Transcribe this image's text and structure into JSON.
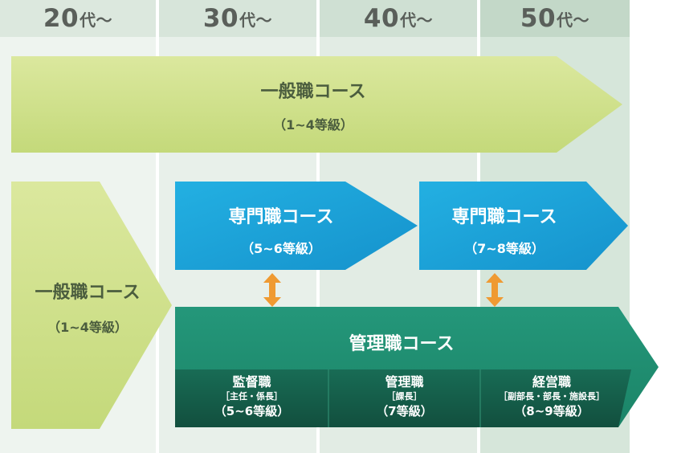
{
  "age_columns": [
    {
      "num": "20",
      "suffix": "代〜"
    },
    {
      "num": "30",
      "suffix": "代〜"
    },
    {
      "num": "40",
      "suffix": "代〜"
    },
    {
      "num": "50",
      "suffix": "代〜"
    }
  ],
  "general_course_top": {
    "title": "一般職コース",
    "grade": "（1~4等級）"
  },
  "general_course_left": {
    "title": "一般職コース",
    "grade": "（1~4等級）"
  },
  "specialist_course_1": {
    "title": "専門職コース",
    "grade": "（5~6等級）"
  },
  "specialist_course_2": {
    "title": "専門職コース",
    "grade": "（7~8等級）"
  },
  "management_course": {
    "title": "管理職コース",
    "roles": [
      {
        "name": "監督職",
        "positions": "［主任・係長］",
        "grade": "（5~6等級）"
      },
      {
        "name": "管理職",
        "positions": "［課長］",
        "grade": "（7等級）"
      },
      {
        "name": "経営職",
        "positions": "［副部長・部長・施設長］",
        "grade": "（8~9等級）"
      }
    ]
  },
  "colors": {
    "column_bg_1": "#eef4ef",
    "column_bg_2": "#e2ece4",
    "column_bg_3": "#d3e4d8",
    "header_bg_1": "#dce8de",
    "header_bg_2": "#cfe0d3",
    "header_bg_3": "#c3d8c8",
    "general_green": "#cde088",
    "specialist_blue": "#1ba3d8",
    "management_teal": "#1e8a6c",
    "management_dark": "#16624d",
    "arrow_orange": "#ef9a32"
  }
}
